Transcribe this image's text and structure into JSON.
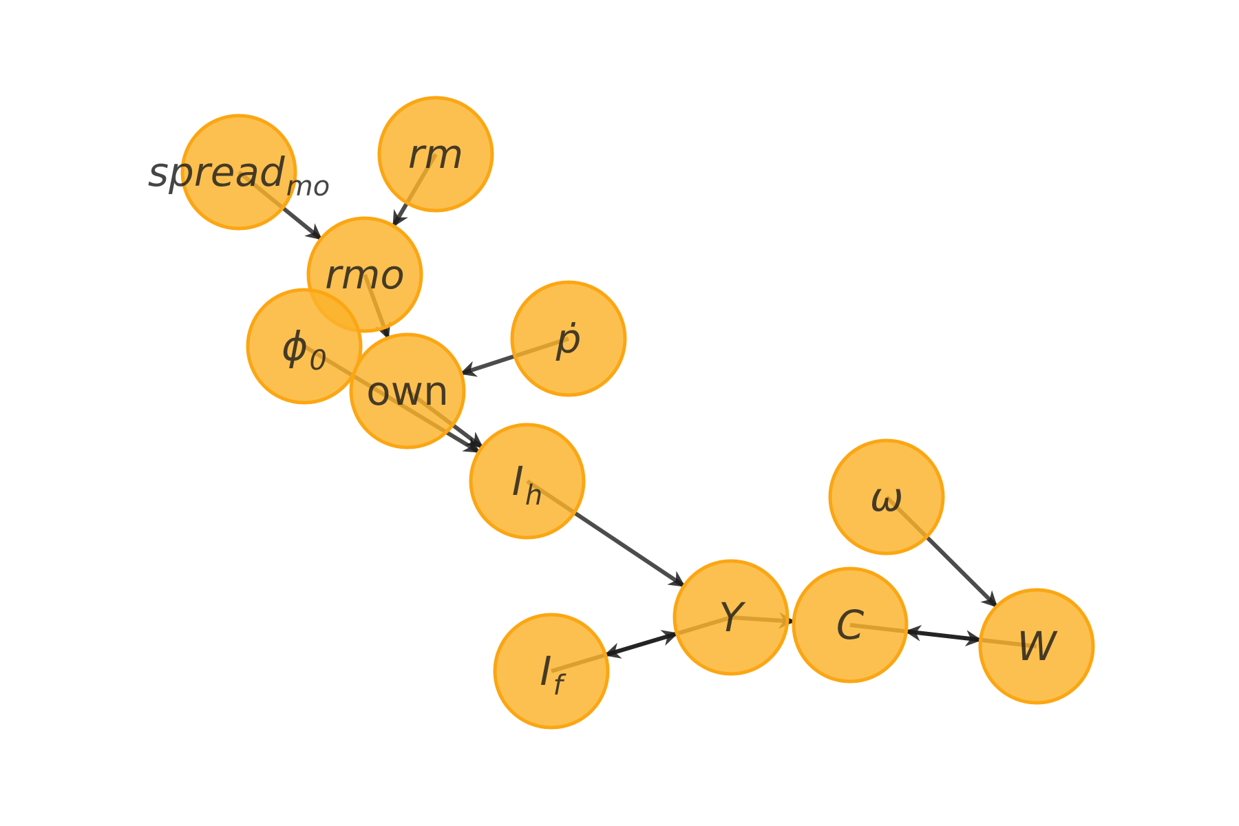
{
  "diagram": {
    "type": "directed-graph",
    "node_color": "#FBB22B",
    "edge_color": "#1A1A1A",
    "background": "#FFFFFF",
    "nodes": [
      {
        "id": "spread_mo",
        "base": "spread",
        "sub": "mo",
        "italic": true
      },
      {
        "id": "rm",
        "base": "rm",
        "sub": "",
        "italic": true
      },
      {
        "id": "rmo",
        "base": "rmo",
        "sub": "",
        "italic": true
      },
      {
        "id": "phi_0",
        "base": "ϕ",
        "sub": "0",
        "italic": true
      },
      {
        "id": "p_dot",
        "base": "ṗ",
        "sub": "",
        "italic": true
      },
      {
        "id": "own",
        "base": "own",
        "sub": "",
        "italic": false
      },
      {
        "id": "I_h",
        "base": "I",
        "sub": "h",
        "italic": true
      },
      {
        "id": "omega",
        "base": "ω",
        "sub": "",
        "italic": true
      },
      {
        "id": "Y",
        "base": "Y",
        "sub": "",
        "italic": true
      },
      {
        "id": "C",
        "base": "C",
        "sub": "",
        "italic": true
      },
      {
        "id": "W",
        "base": "W",
        "sub": "",
        "italic": true
      },
      {
        "id": "I_f",
        "base": "I",
        "sub": "f",
        "italic": true
      }
    ],
    "edges": [
      {
        "from": "spread_mo",
        "to": "rmo"
      },
      {
        "from": "rm",
        "to": "rmo"
      },
      {
        "from": "rmo",
        "to": "own"
      },
      {
        "from": "p_dot",
        "to": "own"
      },
      {
        "from": "phi_0",
        "to": "I_h"
      },
      {
        "from": "own",
        "to": "I_h"
      },
      {
        "from": "I_h",
        "to": "Y"
      },
      {
        "from": "omega",
        "to": "W"
      },
      {
        "from": "Y",
        "to": "I_f"
      },
      {
        "from": "I_f",
        "to": "Y"
      },
      {
        "from": "Y",
        "to": "C"
      },
      {
        "from": "C",
        "to": "W"
      },
      {
        "from": "W",
        "to": "C"
      }
    ]
  }
}
